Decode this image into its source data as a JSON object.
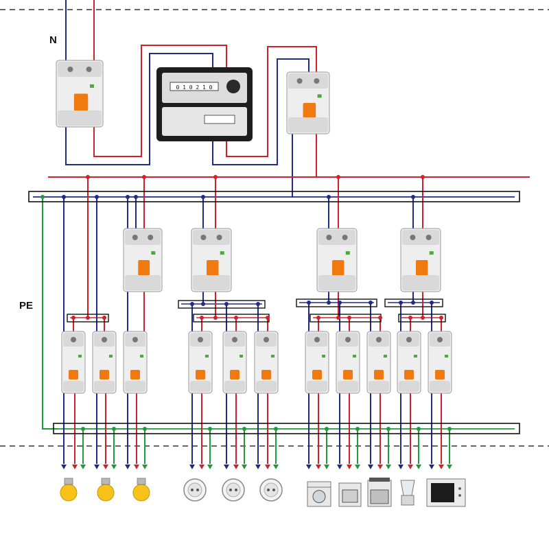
{
  "labels": {
    "neutral": "N",
    "protective_earth": "PE"
  },
  "colors": {
    "phase": "#d0202a",
    "neutral": "#202a8a",
    "earth": "#1f9a3a",
    "bus_outline": "#111111",
    "breaker_body": "#eeeeee",
    "breaker_lever": "#f07a10",
    "boundary": "#333333"
  },
  "meter": {
    "display": "0 1 0 2 1 0"
  },
  "groups": [
    {
      "name": "lighting",
      "rcd": false,
      "lines": 3,
      "load_icon": "light-bulb-icon"
    },
    {
      "name": "sockets",
      "rcd": true,
      "lines": 3,
      "load_icon": "power-socket-icon"
    },
    {
      "name": "appliances",
      "rcd": true,
      "lines": 3,
      "load_icons": [
        "washing-machine-icon",
        "dryer-icon",
        "stove-icon"
      ]
    },
    {
      "name": "kitchen",
      "rcd": true,
      "lines": 2,
      "load_icons": [
        "blender-icon",
        "microwave-icon"
      ]
    }
  ]
}
